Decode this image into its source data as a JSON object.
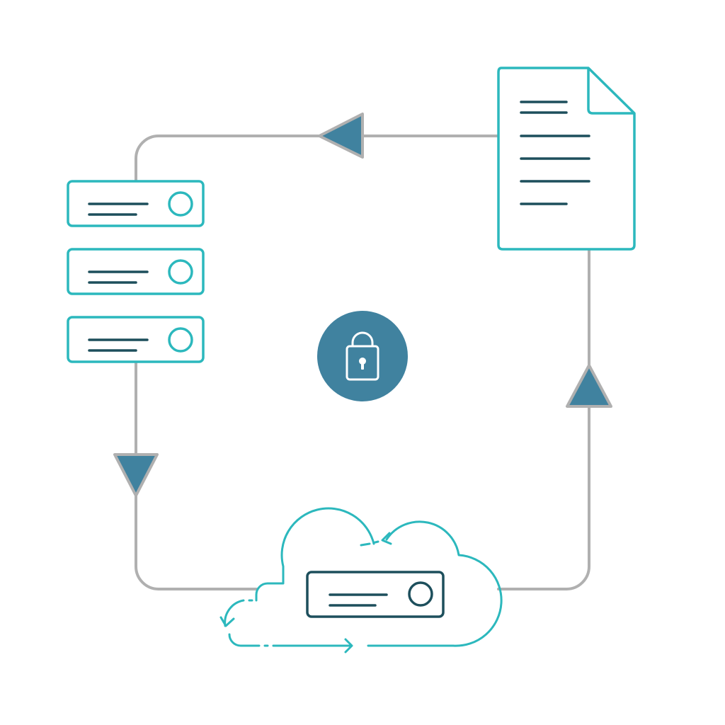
{
  "diagram": {
    "nodes": [
      {
        "id": "document",
        "icon": "document-icon"
      },
      {
        "id": "server-stack",
        "icon": "server-stack-icon",
        "units": 3
      },
      {
        "id": "cloud-server",
        "icon": "cloud-server-icon"
      },
      {
        "id": "security",
        "icon": "lock-icon"
      }
    ],
    "flow": [
      "document",
      "server-stack",
      "cloud-server",
      "document"
    ]
  },
  "colors": {
    "background": "#ffffff",
    "connector": "#b0b0b0",
    "arrow_fill": "#40829f",
    "outline_teal": "#2cb8bd",
    "line_dark": "#1d4f5c",
    "lock_circle": "#40829f",
    "lock_stroke": "#ffffff"
  }
}
